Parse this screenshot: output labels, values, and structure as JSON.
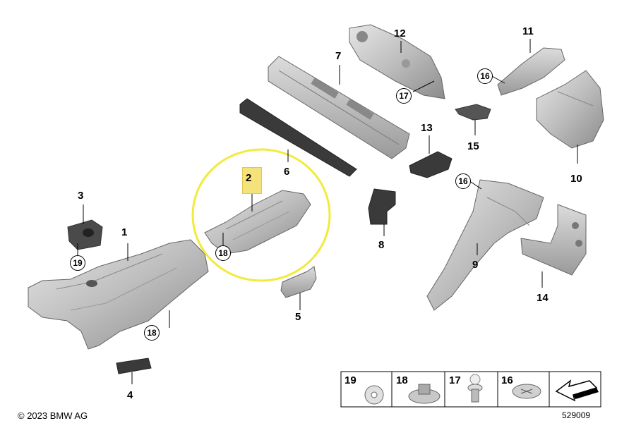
{
  "callouts": [
    {
      "id": "1",
      "text": "1"
    },
    {
      "id": "2",
      "text": "2"
    },
    {
      "id": "3",
      "text": "3"
    },
    {
      "id": "4",
      "text": "4"
    },
    {
      "id": "5",
      "text": "5"
    },
    {
      "id": "6",
      "text": "6"
    },
    {
      "id": "7",
      "text": "7"
    },
    {
      "id": "8",
      "text": "8"
    },
    {
      "id": "9",
      "text": "9"
    },
    {
      "id": "10",
      "text": "10"
    },
    {
      "id": "11",
      "text": "11"
    },
    {
      "id": "12",
      "text": "12"
    },
    {
      "id": "13",
      "text": "13"
    },
    {
      "id": "14",
      "text": "14"
    },
    {
      "id": "15",
      "text": "15"
    }
  ],
  "circled": [
    {
      "id": "c19",
      "text": "19"
    },
    {
      "id": "c18a",
      "text": "18"
    },
    {
      "id": "c18b",
      "text": "18"
    },
    {
      "id": "c17",
      "text": "17"
    },
    {
      "id": "c16a",
      "text": "16"
    },
    {
      "id": "c16b",
      "text": "16"
    }
  ],
  "fastener_table": [
    {
      "num": "19",
      "icon": "rosette-clip-icon"
    },
    {
      "num": "18",
      "icon": "nut-washer-icon"
    },
    {
      "num": "17",
      "icon": "push-rivet-icon"
    },
    {
      "num": "16",
      "icon": "expanding-clip-icon"
    }
  ],
  "highlight": {
    "part": "2",
    "color": "#f2ea3c",
    "label_bg": "#f5e27a"
  },
  "colors": {
    "part_fill": "#cfcfcf",
    "part_dark": "#7a7a7a",
    "foam": "#3a3a3a"
  },
  "copyright": "© 2023 BMW AG",
  "doc_number": "529009"
}
